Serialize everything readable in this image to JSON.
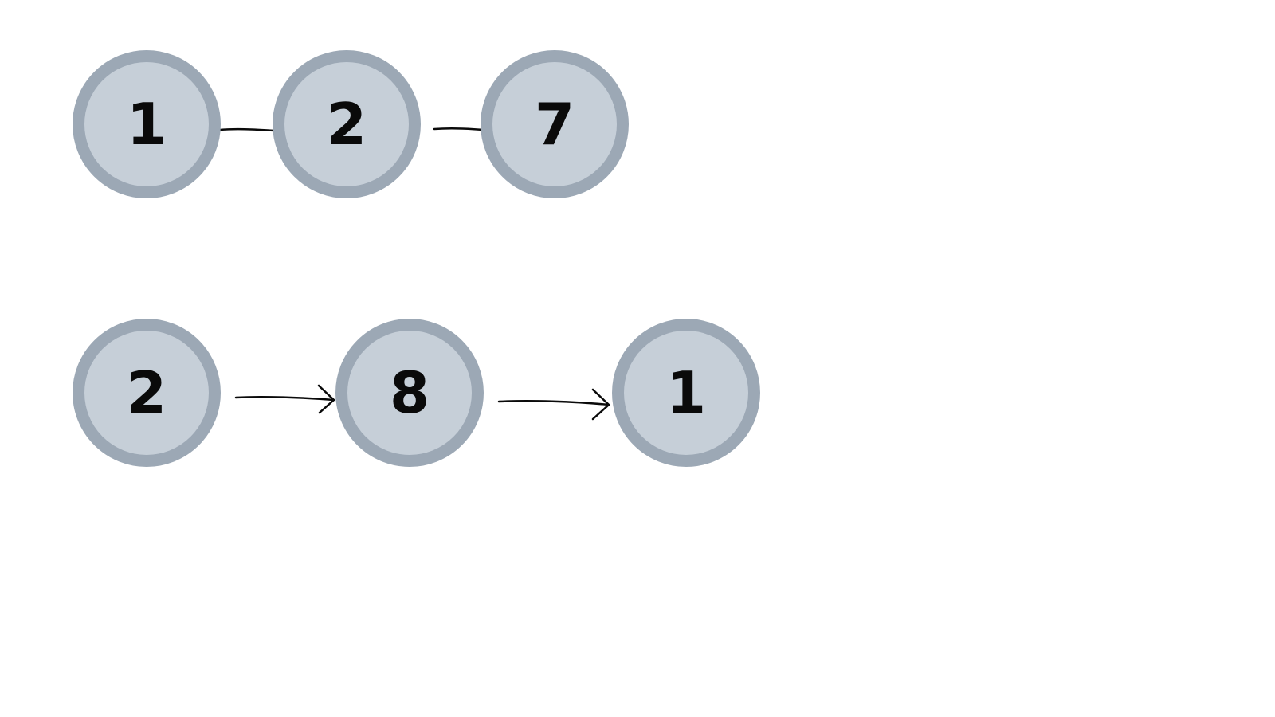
{
  "lists": [
    {
      "nodes": [
        {
          "value": "1"
        },
        {
          "value": "2"
        },
        {
          "value": "7"
        }
      ]
    },
    {
      "nodes": [
        {
          "value": "2"
        },
        {
          "value": "8"
        },
        {
          "value": "1"
        }
      ]
    }
  ],
  "colors": {
    "node_fill": "#c6cfd8",
    "node_border": "#9ca8b5",
    "arrow": "#0a0a0a",
    "text": "#0a0a0a"
  }
}
